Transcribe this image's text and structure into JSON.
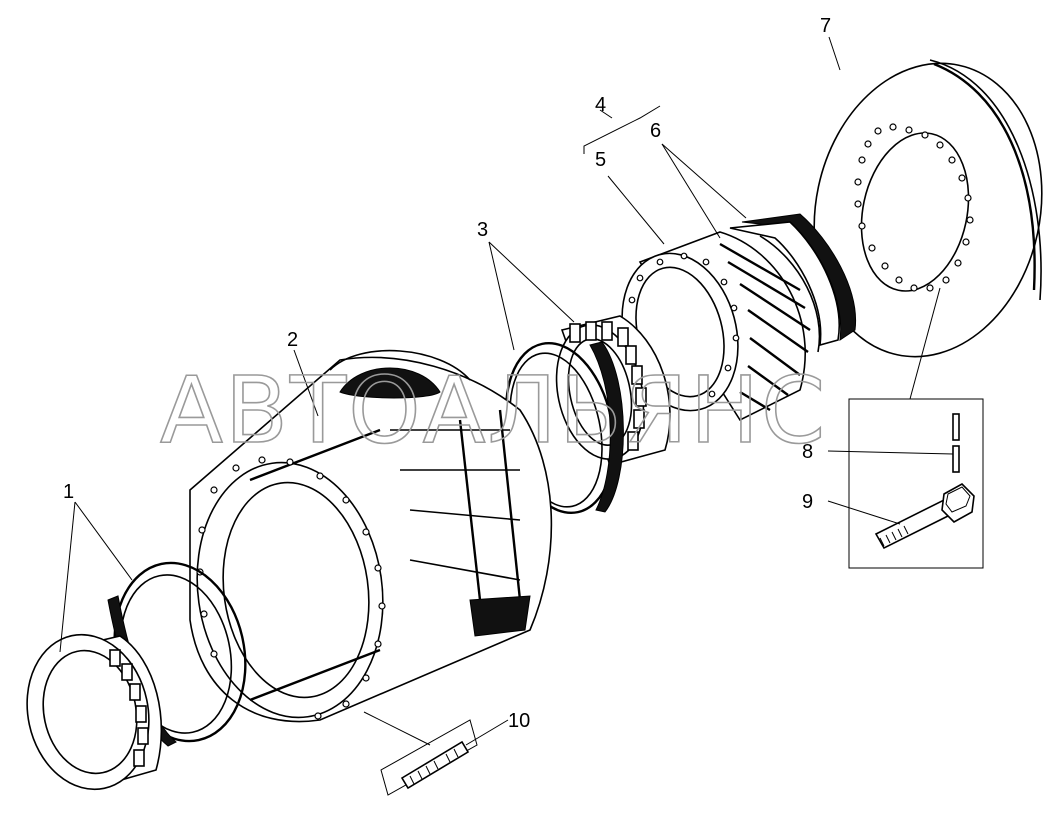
{
  "watermark": "АВТОАЛЬЯНС",
  "callouts": {
    "c1": "1",
    "c2": "2",
    "c3": "3",
    "c4": "4",
    "c5": "5",
    "c6": "6",
    "c7": "7",
    "c8": "8",
    "c9": "9",
    "c10": "10"
  }
}
